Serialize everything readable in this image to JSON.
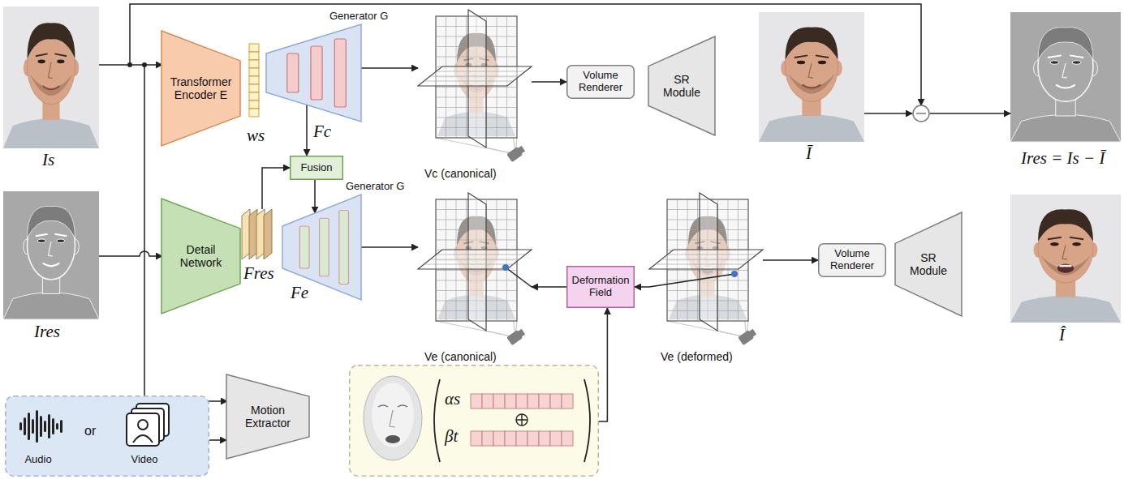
{
  "diagram": {
    "nodes": [
      {
        "text": [
          "Transformer Encoder E"
        ]
      },
      {
        "text": [
          "Generator G"
        ]
      },
      {
        "text": [
          "Fusion"
        ]
      },
      {
        "text": [
          "Vc (canonical)"
        ]
      },
      {
        "text": [
          "Volume Renderer"
        ]
      },
      {
        "text": [
          "SR Module"
        ]
      },
      {
        "text": [
          "Detail Network"
        ]
      },
      {
        "text": [
          "Generator G"
        ]
      },
      {
        "text": [
          "Ve (canonical)"
        ]
      },
      {
        "text": [
          "Deformation Field"
        ]
      },
      {
        "text": [
          "Ve (deformed)"
        ]
      },
      {
        "text": [
          "Volume Renderer"
        ]
      },
      {
        "text": [
          "SR Module"
        ]
      },
      {
        "text": [
          "Motion Extractor"
        ]
      },
      {
        "text": [
          "Audio",
          "or",
          "Video"
        ]
      },
      {
        "text": [
          "αs",
          "βt"
        ]
      }
    ],
    "edges": [
      {
        "from": 1,
        "to": 2,
        "arrow": "to"
      },
      {
        "from": 6,
        "to": 2,
        "arrow": "to"
      },
      {
        "from": 2,
        "to": 7,
        "arrow": "to"
      },
      {
        "from": 1,
        "to": 3,
        "arrow": "to"
      },
      {
        "from": 3,
        "to": 4,
        "arrow": "to"
      },
      {
        "from": 7,
        "to": 8,
        "arrow": "to"
      },
      {
        "from": 10,
        "to": 9,
        "arrow": "to"
      },
      {
        "from": 9,
        "to": 8,
        "arrow": "to"
      },
      {
        "from": 15,
        "to": 9,
        "arrow": "to"
      },
      {
        "from": 14,
        "to": 13,
        "arrow": "to"
      },
      {
        "from": 10,
        "to": 11,
        "arrow": "to"
      }
    ],
    "labels": [
      "Is",
      "ws",
      "Fc",
      "Ī",
      "Ires = Is − Ī",
      "Ires",
      "Fres",
      "Fe",
      "Î"
    ]
  }
}
